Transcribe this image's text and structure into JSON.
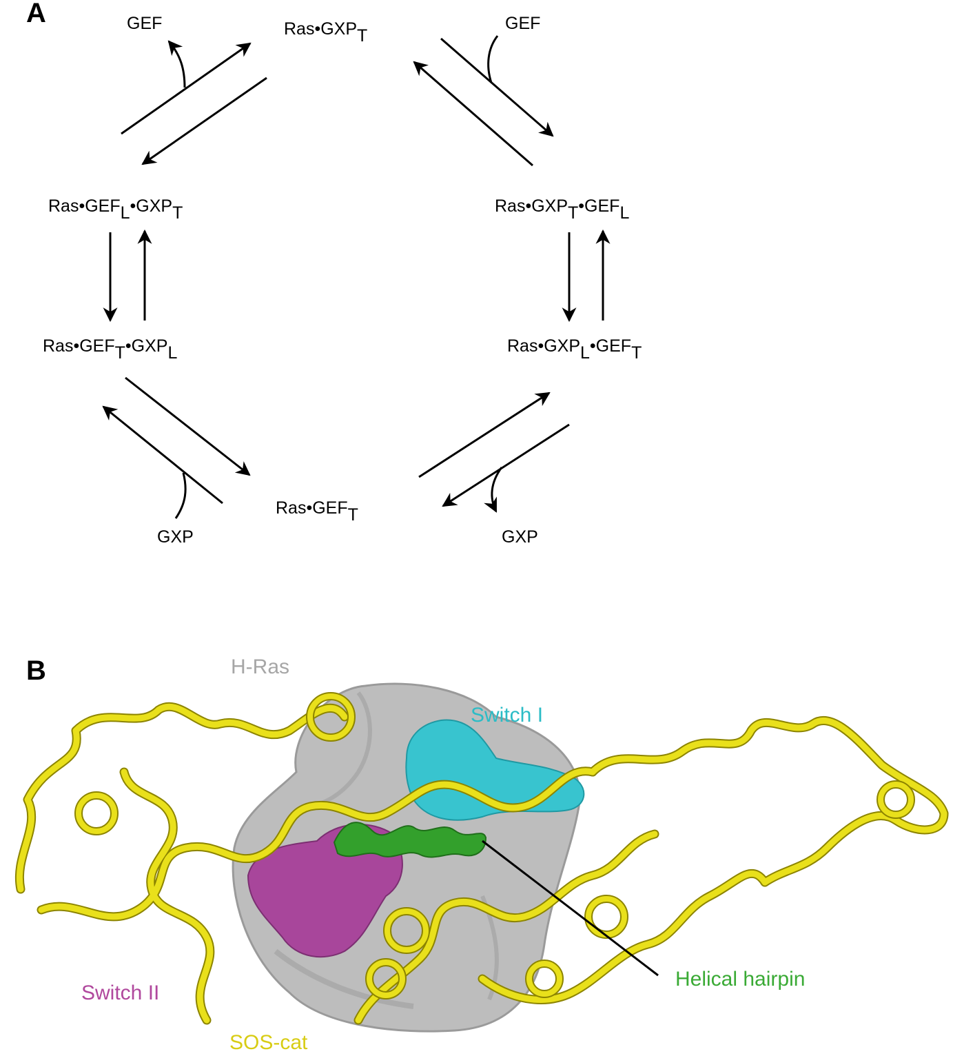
{
  "panel_a": {
    "letter": "A",
    "species": {
      "ras_gxpt": {
        "base": "Ras•GXP",
        "sub": "T"
      },
      "ras_gefl_gxpt": {
        "p1": "Ras•GEF",
        "s1": "L",
        "p2": "•GXP",
        "s2": "T"
      },
      "ras_gxpt_gefl": {
        "p1": "Ras•GXP",
        "s1": "T",
        "p2": "•GEF",
        "s2": "L"
      },
      "ras_geft_gxpl": {
        "p1": "Ras•GEF",
        "s1": "T",
        "p2": "•GXP",
        "s2": "L"
      },
      "ras_gxpl_geft": {
        "p1": "Ras•GXP",
        "s1": "L",
        "p2": "•GEF",
        "s2": "T"
      },
      "ras_geft": {
        "base": "Ras•GEF",
        "sub": "T"
      }
    },
    "side_labels": {
      "gef_left": "GEF",
      "gef_right": "GEF",
      "gxp_left": "GXP",
      "gxp_right": "GXP"
    }
  },
  "panel_b": {
    "letter": "B",
    "labels": {
      "h_ras": {
        "text": "H-Ras",
        "color": "#a6a6a6"
      },
      "switch1": {
        "text": "Switch I",
        "color": "#2bbcc6"
      },
      "switch2": {
        "text": "Switch II",
        "color": "#b0489d"
      },
      "helical": {
        "text": "Helical hairpin",
        "color": "#3aaa35"
      },
      "sos": {
        "text": "SOS-cat",
        "color": "#d8cc14"
      }
    },
    "colors": {
      "surface": "#bdbdbd",
      "surface_shadow": "#9a9a9a",
      "ribbon": "#e9e01b",
      "ribbon_edge": "#8c8400",
      "switch1": "#38c4cf",
      "switch2": "#a8469b",
      "hairpin": "#33a02c"
    }
  }
}
